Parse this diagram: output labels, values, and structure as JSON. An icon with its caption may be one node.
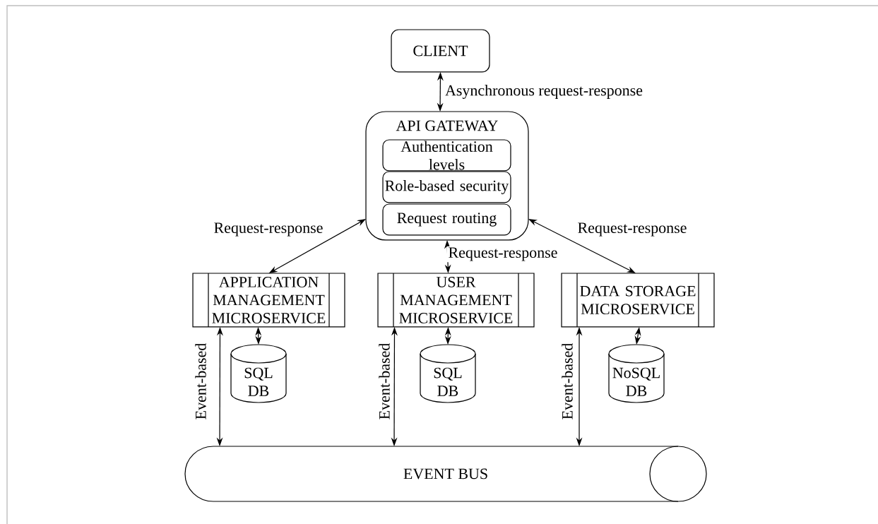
{
  "diagram": {
    "nodes": [
      {
        "text": [
          "CLIENT"
        ]
      },
      {
        "text": [
          "API GATEWAY"
        ]
      },
      {
        "text": [
          "Authentication levels"
        ],
        "in": 1
      },
      {
        "text": [
          "Role-based security"
        ],
        "in": 1
      },
      {
        "text": [
          "Request routing"
        ],
        "in": 1
      },
      {
        "text": [
          "APPLICATION MANAGEMENT MICROSERVICE"
        ]
      },
      {
        "text": [
          "USER MANAGEMENT MICROSERVICE"
        ]
      },
      {
        "text": [
          "DATA STORAGE MICROSERVICE"
        ]
      },
      {
        "text": [
          "SQL DB"
        ]
      },
      {
        "text": [
          "SQL DB"
        ]
      },
      {
        "text": [
          "NoSQL DB"
        ]
      },
      {
        "text": [
          "EVENT BUS"
        ]
      }
    ],
    "edges": [
      {
        "from": 0,
        "to": 1,
        "arrow": "both",
        "label": "Asynchronous request-response"
      },
      {
        "from": 1,
        "to": 5,
        "arrow": "both",
        "label": "Request-response"
      },
      {
        "from": 1,
        "to": 6,
        "arrow": "both",
        "label": "Request-response"
      },
      {
        "from": 1,
        "to": 7,
        "arrow": "both",
        "label": "Request-response"
      },
      {
        "from": 5,
        "to": 8,
        "arrow": "both"
      },
      {
        "from": 6,
        "to": 9,
        "arrow": "both"
      },
      {
        "from": 7,
        "to": 10,
        "arrow": "both"
      },
      {
        "from": 11,
        "to": 5,
        "arrow": "both",
        "label": "Event-based"
      },
      {
        "from": 11,
        "to": 6,
        "arrow": "both",
        "label": "Event-based"
      },
      {
        "from": 11,
        "to": 7,
        "arrow": "both",
        "label": "Event-based"
      }
    ]
  }
}
